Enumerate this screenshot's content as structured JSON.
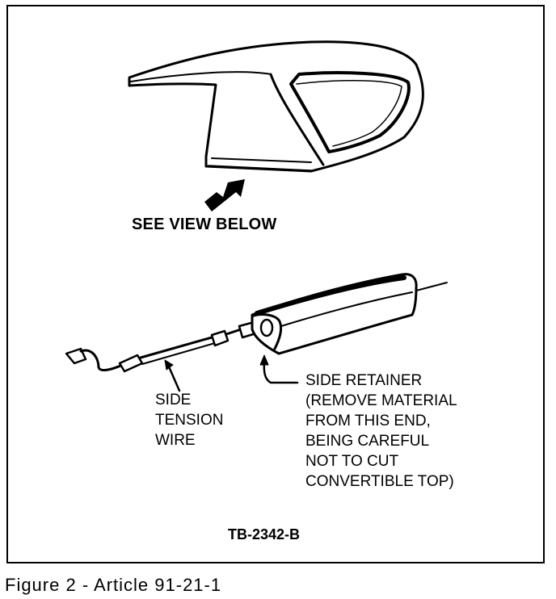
{
  "labels": {
    "see_view": "SEE VIEW BELOW",
    "tension_wire": "SIDE\nTENSION\nWIRE",
    "side_retainer": "SIDE RETAINER\n(REMOVE MATERIAL\nFROM THIS END,\nBEING CAREFUL\nNOT TO CUT\nCONVERTIBLE TOP)",
    "drawing_number": "TB-2342-B"
  },
  "caption": "Figure 2 - Article 91-21-1"
}
